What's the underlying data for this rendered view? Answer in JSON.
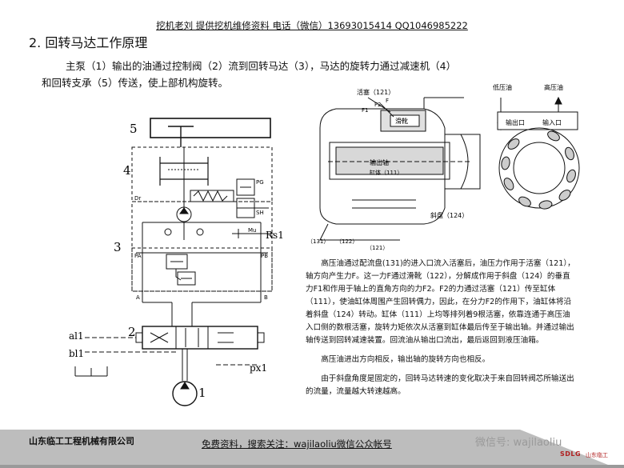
{
  "header": {
    "text": "挖机老刘 提供挖机维修资料 电话（微信）13693015414 QQ1046985222"
  },
  "title": "2. 回转马达工作原理",
  "intro": {
    "line1": "主泵（1）输出的油通过控制阀（2）流到回转马达（3），马达的旋转力通过减速机（4）",
    "line2": "和回转支承（5）传送，使上部机构旋转。"
  },
  "schematic": {
    "numbers": [
      "5",
      "4",
      "3",
      "2",
      "1"
    ],
    "labels": {
      "rs1": "Rs1",
      "al1": "al1",
      "bl1": "bl1",
      "px1": "px1",
      "dr": "Dr",
      "pg": "PG",
      "sh": "SH",
      "mu": "Mu",
      "pa": "PA",
      "pb": "PB",
      "a": "A",
      "b": "B"
    }
  },
  "motor_section": {
    "labels": {
      "top": "活塞（121）",
      "f2": "F2",
      "f1": "F1",
      "f": "F",
      "shoe": "滑靴",
      "shaft": "输出轴",
      "body": "缸体（111）",
      "plate": "斜盘（124）",
      "p131": "（131）",
      "p122": "（122）",
      "p121": "（121）"
    }
  },
  "port_diagram": {
    "low_pressure": "低压油",
    "high_pressure": "高压油",
    "outlet": "输出口",
    "inlet": "输入口"
  },
  "description": {
    "p1": "高压油通过配流盘(131)的进入口流入活塞后，油压力作用于活塞（121），轴方向产生力F。这一力F通过滑靴（122），分解成作用于斜盘（124）的垂直力F1和作用于轴上的直角方向的力F2。F2的力通过活塞（121）传至缸体（111），使油缸体周围产生回转偶力，因此，在分力F2的作用下，油缸体将沿着斜盘（124）转动。缸体（111）上均等排列着9根活塞，依靠连通于高压油入口侧的数根活塞，旋转力矩依次从活塞到缸体最后传至于输出轴。并通过输出轴传送到回转减速装置。回流油从输出口流出，最后返回到液压油箱。",
    "p2": "高压油进出方向相反，输出轴的旋转方向也相反。",
    "p3": "由于斜盘角度是固定的，回转马达转速的变化取决于来自回转阀芯所输送出的流量，流量越大转速越高。"
  },
  "footer": {
    "company": "山东临工工程机械有限公司",
    "note": "免费资料，搜索关注：wajilaoliu微信公众帐号",
    "wechat": "微信号: wajilaoliu",
    "brand": "SDLG",
    "brand_cn": "山东临工"
  },
  "colors": {
    "footer_band": "#bdbdbd",
    "brand_red": "#b02020",
    "line": "#111111"
  }
}
